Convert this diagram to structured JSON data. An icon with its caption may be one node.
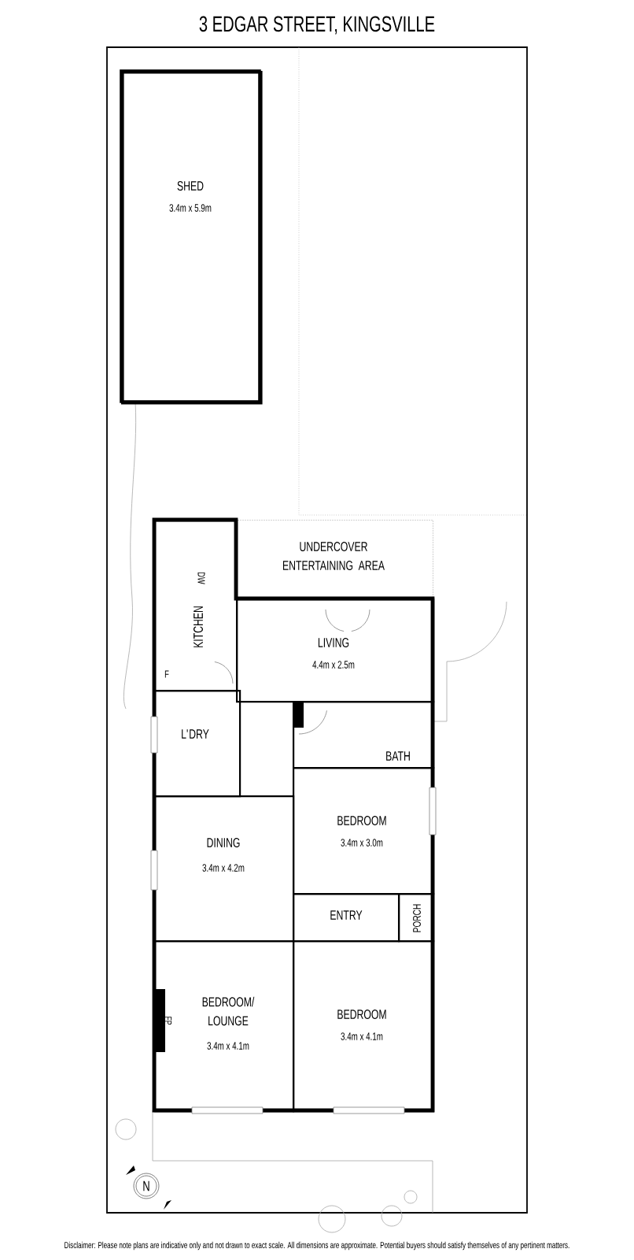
{
  "diagram": {
    "title": "3 EDGAR STREET, KINGSVILLE",
    "caption": "Disclaimer: Please note plans are indicative only and not drawn to exact scale. All dimensions are approximate. Potential buyers should satisfy themselves of any pertinent matters.",
    "nodes": [
      {
        "text": [
          "SHED",
          "3.4m x 5.9m"
        ]
      },
      {
        "text": [
          "UNDERCOVER ENTERTAINING AREA"
        ]
      },
      {
        "text": [
          "KITCHEN"
        ]
      },
      {
        "text": [
          "LIVING",
          "4.4m x 2.5m"
        ]
      },
      {
        "text": [
          "L'DRY"
        ]
      },
      {
        "text": [
          "BATH"
        ]
      },
      {
        "text": [
          "BEDROOM",
          "3.4m x 3.0m"
        ]
      },
      {
        "text": [
          "DINING",
          "3.4m x 4.2m"
        ]
      },
      {
        "text": [
          "ENTRY"
        ]
      },
      {
        "text": [
          "PORCH"
        ]
      },
      {
        "text": [
          "BEDROOM/ LOUNGE",
          "3.4m x 4.1m"
        ]
      },
      {
        "text": [
          "BEDROOM",
          "3.4m x 4.1m"
        ]
      }
    ],
    "labels": [
      "DW",
      "F",
      "FP",
      "N"
    ]
  }
}
